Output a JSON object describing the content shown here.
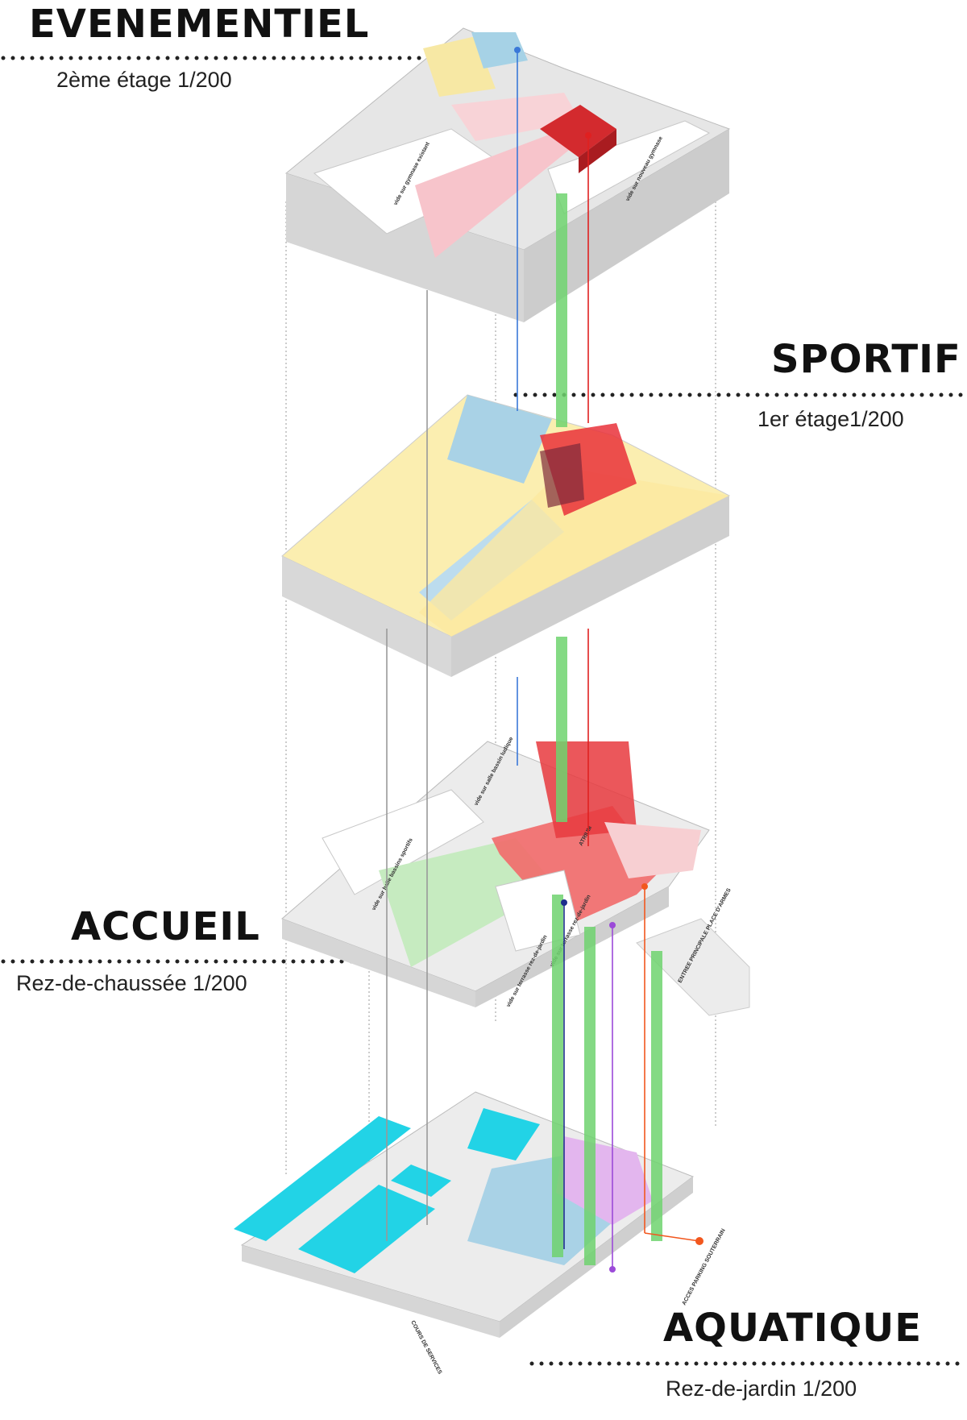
{
  "levels": [
    {
      "title": "EVENEMENTIEL",
      "subtitle": "2ème étage 1/200"
    },
    {
      "title": "SPORTIF",
      "subtitle": "1er étage1/200"
    },
    {
      "title": "ACCUEIL",
      "subtitle": "Rez-de-chaussée 1/200"
    },
    {
      "title": "AQUATIQUE",
      "subtitle": "Rez-de-jardin 1/200"
    }
  ],
  "labels": {
    "vue_gymnase_existant": "vide sur gymnase existant",
    "vue_nouveau_gymnase": "vide sur nouveau gymnase",
    "vue_salle_bassin": "vide sur salle bassin ludique",
    "vue_bassins_sportifs": "vide sur halle bassins sportifs",
    "atrium": "ATRIUM",
    "vue_terrasse_1": "vide sur terrasse rez-de-jardin",
    "vue_terrasse_2": "vide sur terrasse rez-de-jardin",
    "entree": "ENTREE PRINCIPALE PLACE D'ARMES",
    "parking": "ACCES PARKING SOUTERRAIN",
    "services": "COURS DE SERVICES"
  },
  "colors": {
    "wall": "#e4e4e4",
    "floor": "#f2f2f2",
    "event_pink": "#f6c6cc",
    "event_red": "#d8262b",
    "sport_yellow": "#fbeeb0",
    "sport_blue": "#a9d2e6",
    "accueil_green": "#c6ebc0",
    "accueil_red": "#f06a6a",
    "aqua_cyan": "#22d3e6",
    "aqua_purple": "#e3b6ee",
    "circ_green": "#6fd36f",
    "line_blue": "#3a78d8",
    "line_red": "#e02020",
    "line_purple": "#9b4ad8",
    "line_orange": "#f2571e",
    "line_navy": "#1d2e8c"
  }
}
